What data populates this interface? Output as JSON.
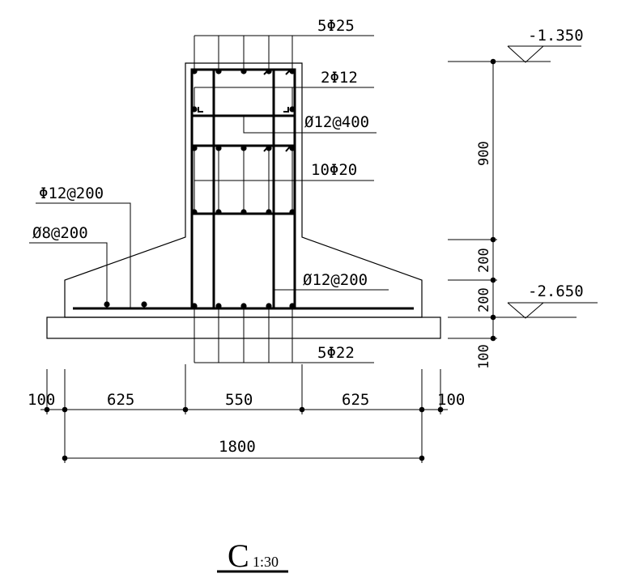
{
  "labels": {
    "top_bars": "5Φ25",
    "side_bars": "2Φ12",
    "tie_upper": "Ø12@400",
    "middle_bars": "10Φ20",
    "footing_bar_top": "Φ12@200",
    "footing_bar_dist": "Ø8@200",
    "tie_lower": "Ø12@200",
    "bottom_bars": "5Φ22"
  },
  "elevations": {
    "top": "-1.350",
    "bottom": "-2.650"
  },
  "vertical_dims": {
    "d900": "900",
    "d200a": "200",
    "d200b": "200",
    "d100": "100"
  },
  "horizontal_dims": {
    "left100": "100",
    "left625": "625",
    "center550": "550",
    "right625": "625",
    "right100": "100",
    "total": "1800"
  },
  "title": {
    "letter": "C",
    "scale": "1:30"
  }
}
